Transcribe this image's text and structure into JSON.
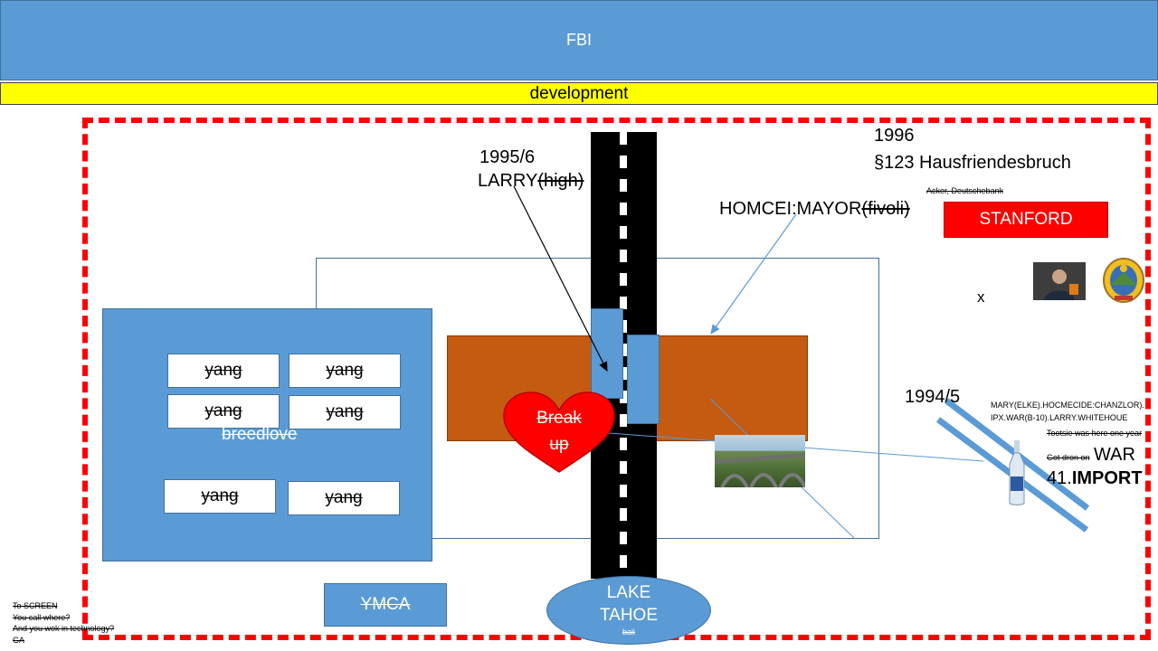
{
  "header": {
    "title": "FBI"
  },
  "banner": {
    "text": "development"
  },
  "labels": {
    "year_1995": "1995/6",
    "larry": "LARRY",
    "larry_struck": "(high)",
    "homcei": "HOMCEI:MAYOR",
    "homcei_struck": "(fivoli)",
    "year_1996": "1996",
    "paragraph": "§123 Hausfriendesbruch",
    "acker": "Acker, Deutschebank",
    "stanford": "STANFORD",
    "x": "x",
    "year_1994": "1994/5",
    "mary_line1": "MARY(ELKE).HOCMECIDE:CHANZLOR).",
    "mary_line2": "IPX.WAR(B-10).LARRY.WHITEHOUE",
    "tootsie": "Tootsie was here one year",
    "got_dron": "Got dron on",
    "war": "WAR",
    "import_num": "41.",
    "import_word": "IMPORT"
  },
  "blue_box": {
    "yang_labels": [
      "yang",
      "yang",
      "yang",
      "yang",
      "yang",
      "yang"
    ],
    "breedlove": "breedlove"
  },
  "heart": {
    "line1": "Break",
    "line2": "up",
    "color": "#ff0000"
  },
  "lake": {
    "line1": "LAKE",
    "line2": "TAHOE",
    "sub": "bali"
  },
  "ymca": {
    "label": "YMCA"
  },
  "notes": [
    "To SCREEN",
    "You call where?",
    "And you wok in technology?",
    "GA"
  ],
  "colors": {
    "header": "#5b9bd5",
    "banner": "#ffff00",
    "dashed_border": "#ff0000",
    "orange": "#c55a11",
    "road": "#000000"
  }
}
